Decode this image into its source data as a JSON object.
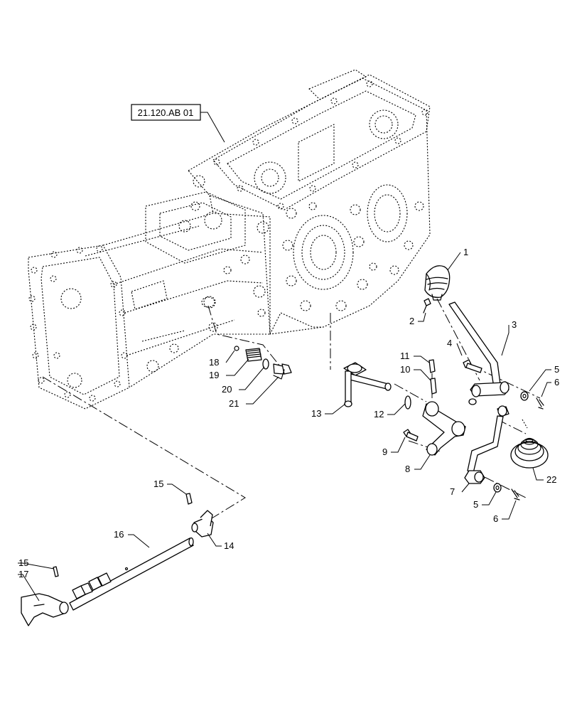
{
  "reference_box": {
    "label": "21.120.AB 01"
  },
  "callouts": [
    "1",
    "2",
    "3",
    "4",
    "5",
    "6",
    "7",
    "8",
    "9",
    "10",
    "11",
    "12",
    "13",
    "14",
    "15",
    "16",
    "17",
    "18",
    "19",
    "20",
    "21",
    "22"
  ],
  "repeated_callouts": {
    "15_second": "15",
    "5_second": "5",
    "6_second": "6"
  }
}
